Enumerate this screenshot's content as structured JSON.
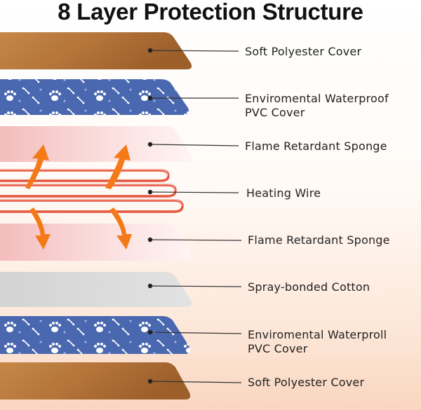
{
  "title": "8 Layer Protection Structure",
  "layers": [
    {
      "label": "Soft Polyester Cover"
    },
    {
      "label": "Enviromental Waterproof\nPVC Cover"
    },
    {
      "label": "Flame Retardant Sponge"
    },
    {
      "label": "Heating Wire"
    },
    {
      "label": "Flame Retardant Sponge"
    },
    {
      "label": "Spray-bonded Cotton"
    },
    {
      "label": "Enviromental Waterproll\nPVC Cover"
    },
    {
      "label": "Soft Polyester Cover"
    }
  ],
  "colors": {
    "polyester": "#b77a3c",
    "pvc": "#4a68b0",
    "sponge": "#f6c4c4",
    "wire": "#e5563f",
    "arrow": "#f47a18",
    "cotton": "#d6d6d6"
  }
}
